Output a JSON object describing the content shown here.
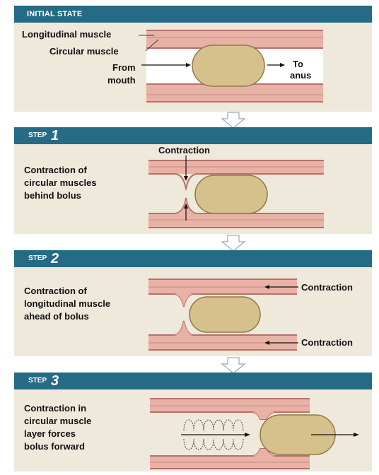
{
  "initial": {
    "header": "INITIAL STATE",
    "labels": {
      "longitudinal": "Longitudinal muscle",
      "circular": "Circular muscle",
      "from_mouth_1": "From",
      "from_mouth_2": "mouth",
      "to_anus_1": "To",
      "to_anus_2": "anus"
    }
  },
  "step1": {
    "step_label": "STEP",
    "number": "1",
    "callout": "Contraction",
    "description": [
      "Contraction of",
      "circular muscles",
      "behind bolus"
    ]
  },
  "step2": {
    "step_label": "STEP",
    "number": "2",
    "callout_top": "Contraction",
    "callout_bottom": "Contraction",
    "description": [
      "Contraction of",
      "longitudinal muscle",
      "ahead of bolus"
    ]
  },
  "step3": {
    "step_label": "STEP",
    "number": "3",
    "description": [
      "Contraction in",
      "circular muscle",
      "layer forces",
      "bolus forward"
    ]
  },
  "colors": {
    "header": "#256b85",
    "panel": "#efe9dc",
    "muscle": "#e9b2a6",
    "muscle_dark": "#b8706a",
    "bolus": "#d6c18d",
    "bolus_edge": "#8f7a45"
  }
}
